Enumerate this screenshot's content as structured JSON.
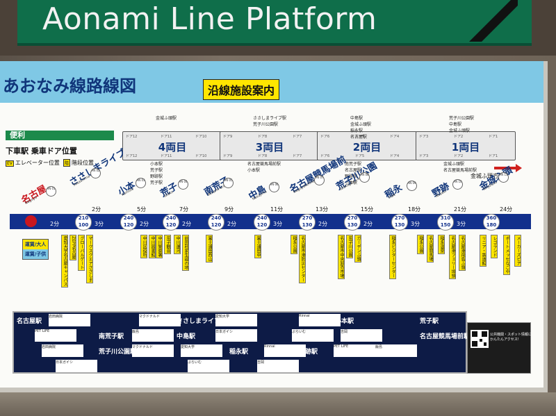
{
  "sign": {
    "title": "Aonami Line Platform"
  },
  "board": {
    "title": "あおなみ線路線図",
    "subtitle": "沿線施設案内",
    "convenience": "便利",
    "door_title": "下車駅 乗車ドア位置",
    "legend": [
      "エレベーター位置",
      "階段位置"
    ],
    "direction": "金城ふ頭方面"
  },
  "cars": [
    {
      "label": "4両目",
      "top_notes": [
        "金城ふ頭駅"
      ],
      "bottom_notes": [
        "小本駅",
        "荒子駅",
        "野跡駅",
        "荒子駅"
      ],
      "doors_top": [
        "ドア12",
        "ドア11",
        "ドア10"
      ],
      "doors_bottom": [
        "ドア12",
        "ドア11",
        "ドア10"
      ]
    },
    {
      "label": "3両目",
      "top_notes": [
        "ささしまライブ駅",
        "荒子川公園駅"
      ],
      "bottom_notes": [
        "名古屋競馬場前駅",
        "小本駅"
      ],
      "doors_top": [
        "ドア9",
        "ドア8",
        "ドア7"
      ],
      "doors_bottom": [
        "ドア9",
        "ドア8",
        "ドア7"
      ]
    },
    {
      "label": "2両目",
      "top_notes": [
        "中島駅",
        "金城ふ頭駅",
        "稲永駅",
        "名古屋駅"
      ],
      "bottom_notes": [
        "南荒子駅",
        "名古屋駅",
        "野跡駅",
        "小本駅"
      ],
      "doors_top": [
        "ドア6",
        "ドア5",
        "ドア4"
      ],
      "doors_bottom": [
        "ドア6",
        "ドア5",
        "ドア4"
      ]
    },
    {
      "label": "1両目",
      "top_notes": [
        "荒子川公園駅",
        "中島駅",
        "金城ふ頭駅"
      ],
      "bottom_notes": [
        "金城ふ頭駅",
        "名古屋競馬場前駅"
      ],
      "doors_top": [
        "ドア3",
        "ドア2",
        "ドア1"
      ],
      "doors_bottom": [
        "ドア3",
        "ドア2",
        "ドア1"
      ]
    }
  ],
  "stations": [
    {
      "name": "名古屋",
      "code": "AN 01",
      "romaji": "Nagoya"
    },
    {
      "name": "ささしまライブ",
      "code": "AN 02",
      "romaji": "Sasashima-raibu",
      "time": "2分"
    },
    {
      "name": "小本",
      "code": "AN 03",
      "romaji": "Komoto",
      "time": "5分"
    },
    {
      "name": "荒子",
      "code": "AN 04",
      "romaji": "Arako",
      "time": "7分"
    },
    {
      "name": "南荒子",
      "code": "AN 05",
      "romaji": "Minami-arako",
      "time": "9分"
    },
    {
      "name": "中島",
      "code": "AN 06",
      "romaji": "Nakajima",
      "time": "11分"
    },
    {
      "name": "名古屋競馬場前",
      "code": "AN 07",
      "romaji": "Nagoyakeibajomae",
      "time": "13分"
    },
    {
      "name": "荒子川公園",
      "code": "AN 08",
      "romaji": "Arakogawa-koen",
      "time": "15分"
    },
    {
      "name": "稲永",
      "code": "AN 09",
      "romaji": "Inae",
      "time": "18分"
    },
    {
      "name": "野跡",
      "code": "AN 10",
      "romaji": "Noseki",
      "time": "21分"
    },
    {
      "name": "金城ふ頭",
      "code": "AN 11",
      "romaji": "Kinjofuto",
      "time": "24分"
    }
  ],
  "segment_times": [
    "2分",
    "3分",
    "2分",
    "2分",
    "2分",
    "3分",
    "2分",
    "2分",
    "3分",
    "3分"
  ],
  "fares": [
    {
      "adult": "210",
      "child": "100"
    },
    {
      "adult": "240",
      "child": "120"
    },
    {
      "adult": "240",
      "child": "120"
    },
    {
      "adult": "240",
      "child": "120"
    },
    {
      "adult": "240",
      "child": "120"
    },
    {
      "adult": "270",
      "child": "130"
    },
    {
      "adult": "270",
      "child": "130"
    },
    {
      "adult": "270",
      "child": "130"
    },
    {
      "adult": "310",
      "child": "150"
    },
    {
      "adult": "360",
      "child": "180"
    }
  ],
  "fare_key": {
    "adult": "運賃/大人",
    "child": "運賃/子供"
  },
  "facilities": [
    {
      "items": [
        "愛知大学名古屋キャンパス",
        "ZEPP名古屋"
      ]
    },
    {
      "items": [
        "グローバルゲート",
        "マークスクエアささしま"
      ]
    },
    {
      "items": [
        "中川区役所",
        "中川図書館",
        "中川警察署"
      ]
    },
    {
      "items": [
        "荒子観音",
        "中川運河",
        "前田利家生誕の地"
      ]
    },
    {
      "items": [
        "富士浦田西山",
        "富士浦田中"
      ]
    },
    {
      "items": [
        "稲永公園"
      ]
    },
    {
      "items": [
        "名古屋市港防災センター",
        "名古屋市中央卸売市場"
      ]
    },
    {
      "items": [
        "荒子川公園",
        "ガーデンふ頭"
      ]
    },
    {
      "items": [
        "稲永ビジターセンター",
        "稲永公園"
      ]
    },
    {
      "items": [
        "名古屋競馬場",
        "稲永温泉"
      ]
    },
    {
      "items": [
        "名古屋港フェリー埠頭",
        "名古屋港飛島ふ頭"
      ]
    },
    {
      "items": [
        "リニア・鉄道館",
        "レゴランド"
      ]
    },
    {
      "items": [
        "ポートメッセなごや",
        "メーカーズピア"
      ]
    }
  ],
  "directory": {
    "stations": [
      "名古屋駅",
      "ささしまライブ駅",
      "小本駅",
      "荒子駅",
      "南荒子駅",
      "中島駅",
      "名古屋競馬場前駅",
      "荒子川公園駅",
      "稲永駅",
      "野跡駅",
      "金城ふ頭駅"
    ],
    "ads": [
      "岩田病院",
      "マクドナルド",
      "愛知大学",
      "Rinnai",
      "PET LIFE",
      "飯島",
      "日本ガイシ",
      "ぷらいむ",
      "吉岡"
    ]
  },
  "ad_panel": {
    "text": [
      "公共機関・スポット情報に",
      "かんたんアクセス!"
    ]
  }
}
